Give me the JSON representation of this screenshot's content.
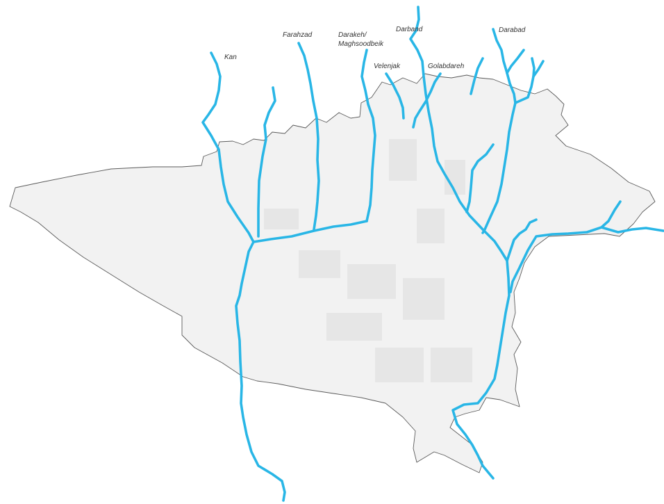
{
  "map": {
    "colors": {
      "river": "#29b6e6",
      "city_fill": "#f2f2f2",
      "city_outline": "#5a5a5a",
      "label": "#333333"
    },
    "river_labels": {
      "kan": "Kan",
      "farahzad": "Farahzad",
      "darakeh_line1": "Darakeh/",
      "darakeh_line2": "Maghsoodbeik",
      "velenjak": "Velenjak",
      "darband": "Darband",
      "golabdareh": "Golabdareh",
      "darabad": "Darabad"
    }
  }
}
